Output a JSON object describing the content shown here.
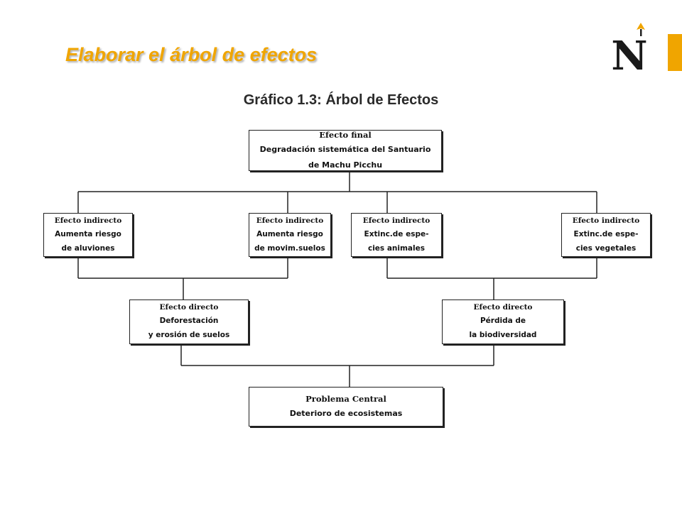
{
  "slide": {
    "title": "Elaborar el árbol de efectos",
    "accent_color": "#f0a500",
    "logo_letter": "N"
  },
  "figure": {
    "caption": "Gráfico 1.3: Árbol de Efectos"
  },
  "tree": {
    "final_effect": {
      "header": "Efecto final",
      "lines": [
        "Degradación sistemática del Santuario",
        "de Machu Picchu"
      ]
    },
    "indirect_effects": [
      {
        "header": "Efecto indirecto",
        "lines": [
          "Aumenta riesgo",
          "de aluviones"
        ]
      },
      {
        "header": "Efecto indirecto",
        "lines": [
          "Aumenta riesgo",
          "de movim.suelos"
        ]
      },
      {
        "header": "Efecto indirecto",
        "lines": [
          "Extinc.de espe-",
          "cies animales"
        ]
      },
      {
        "header": "Efecto indirecto",
        "lines": [
          "Extinc.de espe-",
          "cies vegetales"
        ]
      }
    ],
    "direct_effects": [
      {
        "header": "Efecto directo",
        "lines": [
          "Deforestación",
          "y erosión de suelos"
        ]
      },
      {
        "header": "Efecto directo",
        "lines": [
          "Pérdida de",
          "la biodiversidad"
        ]
      }
    ],
    "central_problem": {
      "header": "Problema Central",
      "lines": [
        "Deterioro de ecosistemas"
      ]
    }
  }
}
